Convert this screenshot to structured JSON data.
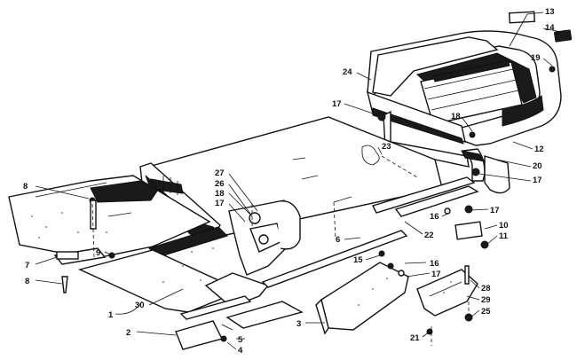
{
  "diagram": {
    "callouts": [
      {
        "id": "c13",
        "text": "13"
      },
      {
        "id": "c14",
        "text": "14"
      },
      {
        "id": "c19",
        "text": "19"
      },
      {
        "id": "c24",
        "text": "24"
      },
      {
        "id": "c17a",
        "text": "17"
      },
      {
        "id": "c18a",
        "text": "18"
      },
      {
        "id": "c12",
        "text": "12"
      },
      {
        "id": "c20",
        "text": "20"
      },
      {
        "id": "c17b",
        "text": "17"
      },
      {
        "id": "c23",
        "text": "23"
      },
      {
        "id": "c27",
        "text": "27"
      },
      {
        "id": "c26",
        "text": "26"
      },
      {
        "id": "c18b",
        "text": "18"
      },
      {
        "id": "c17c",
        "text": "17"
      },
      {
        "id": "c16a",
        "text": "16"
      },
      {
        "id": "c17d",
        "text": "17"
      },
      {
        "id": "c10",
        "text": "10"
      },
      {
        "id": "c11",
        "text": "11"
      },
      {
        "id": "c22",
        "text": "22"
      },
      {
        "id": "c6",
        "text": "6"
      },
      {
        "id": "c15",
        "text": "15"
      },
      {
        "id": "c16b",
        "text": "16"
      },
      {
        "id": "c17e",
        "text": "17"
      },
      {
        "id": "c8a",
        "text": "8"
      },
      {
        "id": "c9",
        "text": "9"
      },
      {
        "id": "c7",
        "text": "7"
      },
      {
        "id": "c8b",
        "text": "8"
      },
      {
        "id": "c30",
        "text": "30"
      },
      {
        "id": "c1",
        "text": "1"
      },
      {
        "id": "c2",
        "text": "2"
      },
      {
        "id": "c5",
        "text": "5"
      },
      {
        "id": "c4",
        "text": "4"
      },
      {
        "id": "c3",
        "text": "3"
      },
      {
        "id": "c28",
        "text": "28"
      },
      {
        "id": "c29",
        "text": "29"
      },
      {
        "id": "c25",
        "text": "25"
      },
      {
        "id": "c21",
        "text": "21"
      }
    ]
  }
}
